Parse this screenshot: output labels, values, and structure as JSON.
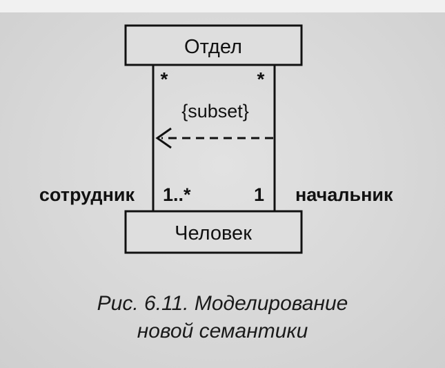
{
  "diagram": {
    "class_top": "Отдел",
    "class_bottom": "Человек",
    "multiplicity_top_left": "*",
    "multiplicity_top_right": "*",
    "constraint": "{subset}",
    "multiplicity_bottom_left": "1..*",
    "multiplicity_bottom_right": "1",
    "role_left": "сотрудник",
    "role_right": "начальник"
  },
  "caption": {
    "line1": "Рис. 6.11. Моделирование",
    "line2": "новой семантики"
  }
}
